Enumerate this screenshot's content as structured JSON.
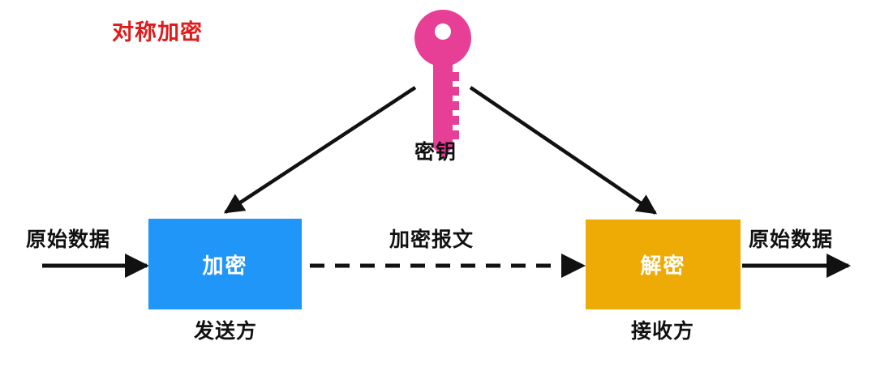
{
  "diagram": {
    "title": "对称加密",
    "title_color": "#e01b1b",
    "background": "#ffffff"
  },
  "key": {
    "icon": "key-icon",
    "label": "密钥",
    "color": "#e83f96"
  },
  "nodes": [
    {
      "id": "encrypt",
      "label": "加密",
      "party": "发送方",
      "fill": "#2196f9",
      "text_color": "#ffffff"
    },
    {
      "id": "decrypt",
      "label": "解密",
      "party": "接收方",
      "fill": "#eeab06",
      "text_color": "#ffffff"
    }
  ],
  "flows": [
    {
      "id": "input",
      "label": "原始数据",
      "style": "solid",
      "color": "#111111"
    },
    {
      "id": "ciphertext",
      "label": "加密报文",
      "style": "dashed",
      "color": "#111111"
    },
    {
      "id": "output",
      "label": "原始数据",
      "style": "solid",
      "color": "#111111"
    }
  ],
  "key_arrows": [
    {
      "id": "key-to-encrypt",
      "color": "#111111"
    },
    {
      "id": "key-to-decrypt",
      "color": "#111111"
    }
  ]
}
